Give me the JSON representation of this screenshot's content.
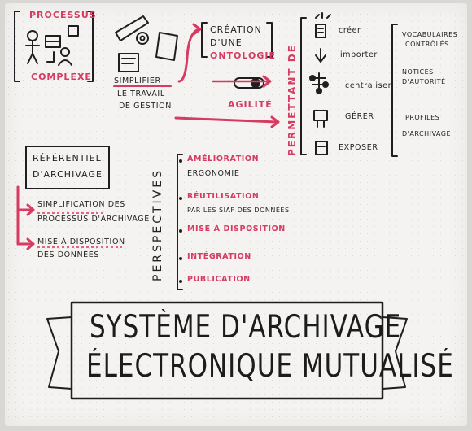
{
  "top_left": {
    "title": "Processus",
    "subtitle": "complexe"
  },
  "simplify": {
    "line1": "Simplifier",
    "line2": "le travail",
    "line3": "de gestion"
  },
  "ontology": {
    "line1": "Création",
    "line2": "d'une",
    "line3": "ontologie"
  },
  "agility": "Agilité",
  "permettant": "Permettant de",
  "actions": [
    "créer",
    "importer",
    "centraliser",
    "gérer",
    "exposer"
  ],
  "right_notes": {
    "vocab1": "Vocabulaires",
    "vocab2": "contrôlés",
    "notices1": "Notices",
    "notices2": "d'autorité",
    "profiles1": "Profiles",
    "profiles2": "d'archivage"
  },
  "referentiel": {
    "box1": "Référentiel",
    "box2": "d'archivage",
    "item1a": "Simplification des",
    "item1b": "processus d'archivage",
    "item2a": "Mise à disposition",
    "item2b": "des données"
  },
  "perspectives": {
    "label": "Perspectives",
    "items": [
      {
        "title": "Amélioration",
        "sub": "ergonomie"
      },
      {
        "title": "Réutilisation",
        "sub": "par les SIAF des données"
      },
      {
        "title": "Mise à disposition",
        "sub": ""
      },
      {
        "title": "Intégration",
        "sub": ""
      },
      {
        "title": "Publication",
        "sub": ""
      }
    ]
  },
  "banner": {
    "line1": "Système d'archivage",
    "line2": "électronique mutualisé"
  },
  "colors": {
    "accent": "#d63b61",
    "ink": "#1f1f1f",
    "paper": "#f4f3f1"
  }
}
